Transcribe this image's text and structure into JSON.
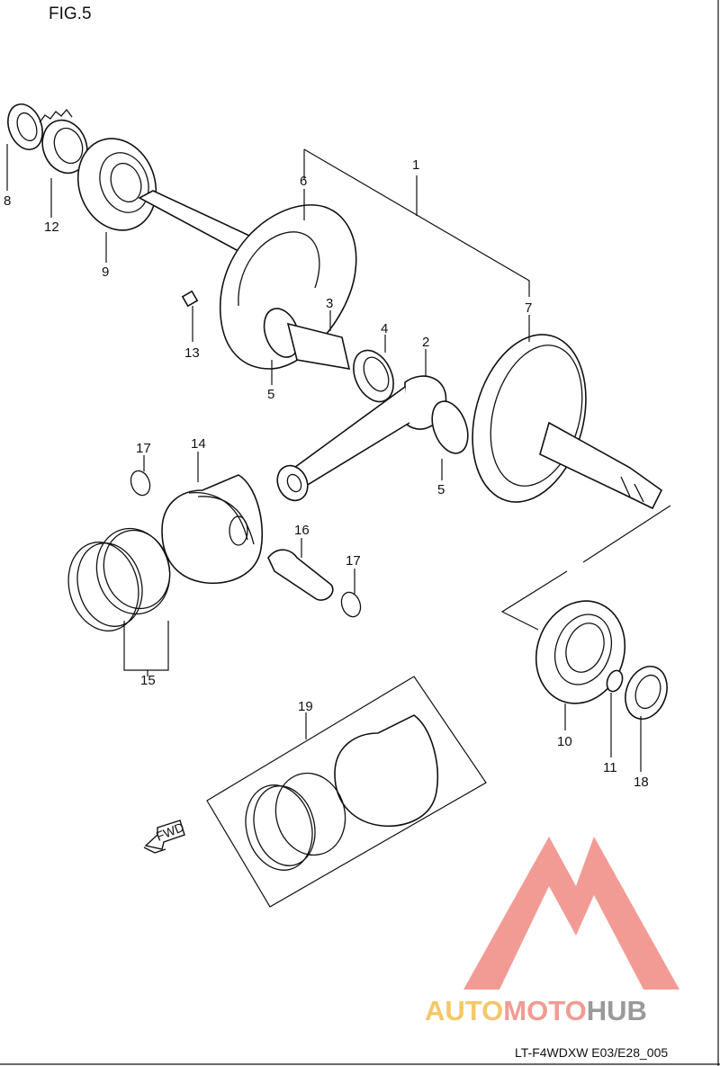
{
  "figure": {
    "title": "FIG.5",
    "code": "LT-F4WDXW E03/E28_005",
    "fwd_label": "FWD"
  },
  "parts": [
    {
      "ref": "1"
    },
    {
      "ref": "2"
    },
    {
      "ref": "3"
    },
    {
      "ref": "4"
    },
    {
      "ref": "5"
    },
    {
      "ref": "5"
    },
    {
      "ref": "6"
    },
    {
      "ref": "7"
    },
    {
      "ref": "8"
    },
    {
      "ref": "9"
    },
    {
      "ref": "10"
    },
    {
      "ref": "11"
    },
    {
      "ref": "12"
    },
    {
      "ref": "13"
    },
    {
      "ref": "14"
    },
    {
      "ref": "15"
    },
    {
      "ref": "16"
    },
    {
      "ref": "17"
    },
    {
      "ref": "17"
    },
    {
      "ref": "18"
    },
    {
      "ref": "19"
    }
  ],
  "watermark": {
    "part1": "AUTO",
    "part2": "MOTO",
    "part3": "HUB",
    "colors": {
      "auto": "#f5c76a",
      "moto": "#f19b93",
      "hub": "#9a9a9a",
      "logo": "#f08a82"
    }
  }
}
